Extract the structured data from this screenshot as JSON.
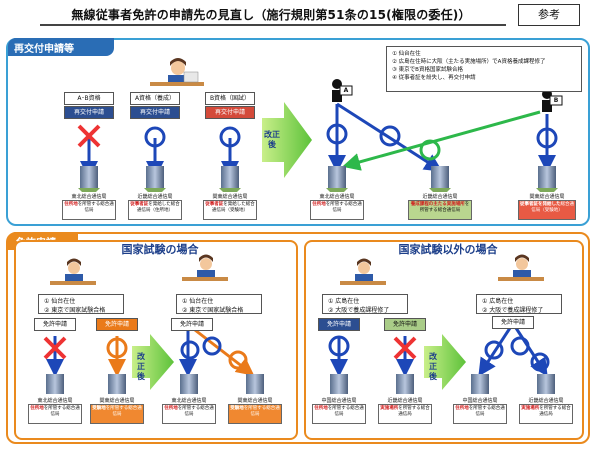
{
  "header": {
    "title": "無線従事者免許の申請先の見直し（施行規則第51条の15(権限の委任)）",
    "reference_badge": "参考"
  },
  "section_reissue": {
    "label": "再交付申請等",
    "qualifications": [
      "A･B資格",
      "A資格（養成）",
      "B資格（国試）"
    ],
    "apply_label": "再交付申請",
    "offices_before": [
      "東北総合通信局",
      "近畿総合通信局",
      "関東総合通信局"
    ],
    "notes_before": [
      {
        "pre": "",
        "hl": "住所地",
        "post": "を所管する総合通信局"
      },
      {
        "pre": "",
        "hl": "従事者証",
        "post": "を発給した総合通信局（住所地）"
      },
      {
        "pre": "",
        "hl": "従事者証",
        "post": "を発給した総合通信局（受験地）"
      }
    ],
    "kaisei": "改正後",
    "legend": [
      "① 仙台在住",
      "② 広島在住時に大阪（主たる実施場所）でA資格養成課程修了",
      "③ 東京でB資格国家試験合格",
      "④ 従事者証を紛失し、再交付申請"
    ],
    "offices_after": [
      "東北総合通信局",
      "近畿総合通信局",
      "関東総合通信局"
    ],
    "notes_after": [
      {
        "pre": "",
        "hl": "住所地",
        "post": "を所管する総合通信局"
      },
      {
        "pre": "",
        "hl": "養成課程の主たる実施場所",
        "post": "を所管する総合通信局"
      },
      {
        "pre": "",
        "hl": "従事者証を発給した",
        "post": "総合通信局（受験地）"
      }
    ],
    "card_labels": [
      "A",
      "B"
    ]
  },
  "section_license": {
    "label": "免許申請",
    "national_exam": {
      "title": "国家試験の場合",
      "conditions_before": [
        "① 仙台在住",
        "② 東京で国家試験合格"
      ],
      "conditions_after": [
        "① 仙台在住",
        "② 東京で国家試験合格"
      ],
      "apply_label": "免許申請",
      "offices": [
        "東北総合通信局",
        "関東総合通信局"
      ],
      "notes": [
        {
          "pre": "",
          "hl": "住所地",
          "post": "を所管する総合通信局"
        },
        {
          "pre": "",
          "hl": "受験地",
          "post": "を所管する総合通信局"
        }
      ],
      "kaisei": "改正後"
    },
    "other": {
      "title": "国家試験以外の場合",
      "conditions_before": [
        "① 広島在住",
        "② 大阪で養成課程修了"
      ],
      "conditions_after": [
        "① 広島在住",
        "② 大阪で養成課程修了"
      ],
      "apply_label": "免許申請",
      "offices": [
        "中国総合通信局",
        "近畿総合通信局"
      ],
      "notes": [
        {
          "pre": "",
          "hl": "住所地",
          "post": "を所管する総合通信局"
        },
        {
          "pre": "",
          "hl": "実施場所",
          "post": "を所管する総合通信局"
        }
      ],
      "kaisei": "改正後"
    }
  }
}
